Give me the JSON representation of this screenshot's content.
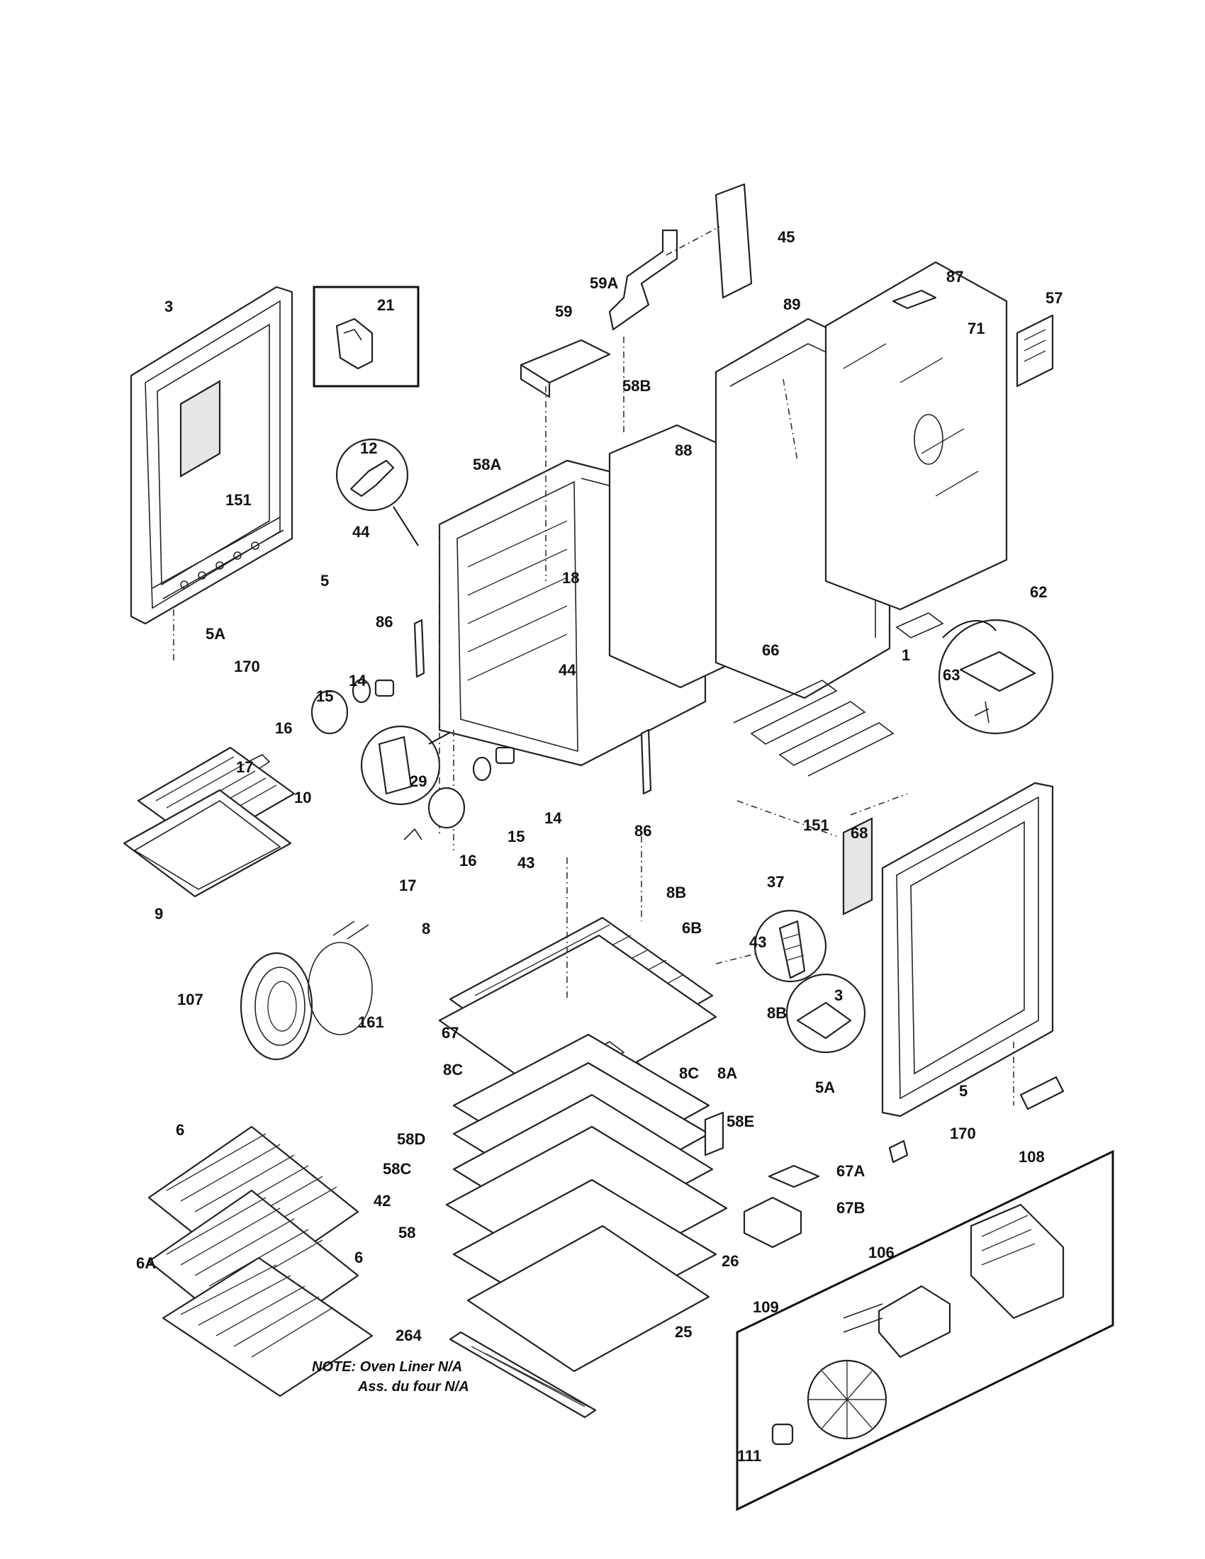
{
  "labels": [
    {
      "id": "3-top",
      "text": "3"
    },
    {
      "id": "21",
      "text": "21"
    },
    {
      "id": "151-left",
      "text": "151"
    },
    {
      "id": "12",
      "text": "12"
    },
    {
      "id": "44-left",
      "text": "44"
    },
    {
      "id": "5-left",
      "text": "5"
    },
    {
      "id": "5A-left",
      "text": "5A"
    },
    {
      "id": "170-left",
      "text": "170"
    },
    {
      "id": "86-left",
      "text": "86"
    },
    {
      "id": "15-left",
      "text": "15"
    },
    {
      "id": "14-left",
      "text": "14"
    },
    {
      "id": "16-left",
      "text": "16"
    },
    {
      "id": "17-left",
      "text": "17"
    },
    {
      "id": "10",
      "text": "10"
    },
    {
      "id": "29",
      "text": "29"
    },
    {
      "id": "9",
      "text": "9"
    },
    {
      "id": "45",
      "text": "45"
    },
    {
      "id": "59A",
      "text": "59A"
    },
    {
      "id": "59",
      "text": "59"
    },
    {
      "id": "58B",
      "text": "58B"
    },
    {
      "id": "88",
      "text": "88"
    },
    {
      "id": "58A",
      "text": "58A"
    },
    {
      "id": "18",
      "text": "18"
    },
    {
      "id": "44-mid",
      "text": "44"
    },
    {
      "id": "87",
      "text": "87"
    },
    {
      "id": "57",
      "text": "57"
    },
    {
      "id": "89",
      "text": "89"
    },
    {
      "id": "71",
      "text": "71"
    },
    {
      "id": "62",
      "text": "62"
    },
    {
      "id": "1",
      "text": "1"
    },
    {
      "id": "66",
      "text": "66"
    },
    {
      "id": "63",
      "text": "63"
    },
    {
      "id": "68",
      "text": "68"
    },
    {
      "id": "14-mid",
      "text": "14"
    },
    {
      "id": "15-mid",
      "text": "15"
    },
    {
      "id": "16-mid",
      "text": "16"
    },
    {
      "id": "17-mid",
      "text": "17"
    },
    {
      "id": "86-mid",
      "text": "86"
    },
    {
      "id": "43-top",
      "text": "43"
    },
    {
      "id": "151-right",
      "text": "151"
    },
    {
      "id": "37",
      "text": "37"
    },
    {
      "id": "8B-top",
      "text": "8B"
    },
    {
      "id": "8",
      "text": "8"
    },
    {
      "id": "6B",
      "text": "6B"
    },
    {
      "id": "43-circle",
      "text": "43"
    },
    {
      "id": "8B-bottom",
      "text": "8B"
    },
    {
      "id": "3-right",
      "text": "3"
    },
    {
      "id": "107",
      "text": "107"
    },
    {
      "id": "161",
      "text": "161"
    },
    {
      "id": "67",
      "text": "67"
    },
    {
      "id": "8C-left",
      "text": "8C"
    },
    {
      "id": "8C-right",
      "text": "8C"
    },
    {
      "id": "8A",
      "text": "8A"
    },
    {
      "id": "5A-right",
      "text": "5A"
    },
    {
      "id": "58E",
      "text": "58E"
    },
    {
      "id": "5-right",
      "text": "5"
    },
    {
      "id": "170-right",
      "text": "170"
    },
    {
      "id": "58D",
      "text": "58D"
    },
    {
      "id": "58C",
      "text": "58C"
    },
    {
      "id": "42",
      "text": "42"
    },
    {
      "id": "58",
      "text": "58"
    },
    {
      "id": "26",
      "text": "26"
    },
    {
      "id": "264",
      "text": "264"
    },
    {
      "id": "25",
      "text": "25"
    },
    {
      "id": "67A",
      "text": "67A"
    },
    {
      "id": "67B",
      "text": "67B"
    },
    {
      "id": "108",
      "text": "108"
    },
    {
      "id": "106",
      "text": "106"
    },
    {
      "id": "109",
      "text": "109"
    },
    {
      "id": "111",
      "text": "111"
    },
    {
      "id": "6-top",
      "text": "6"
    },
    {
      "id": "6-bottom",
      "text": "6"
    },
    {
      "id": "6A",
      "text": "6A"
    }
  ],
  "note": {
    "line1": "NOTE: Oven Liner N/A",
    "line2": "Ass. du four N/A"
  }
}
